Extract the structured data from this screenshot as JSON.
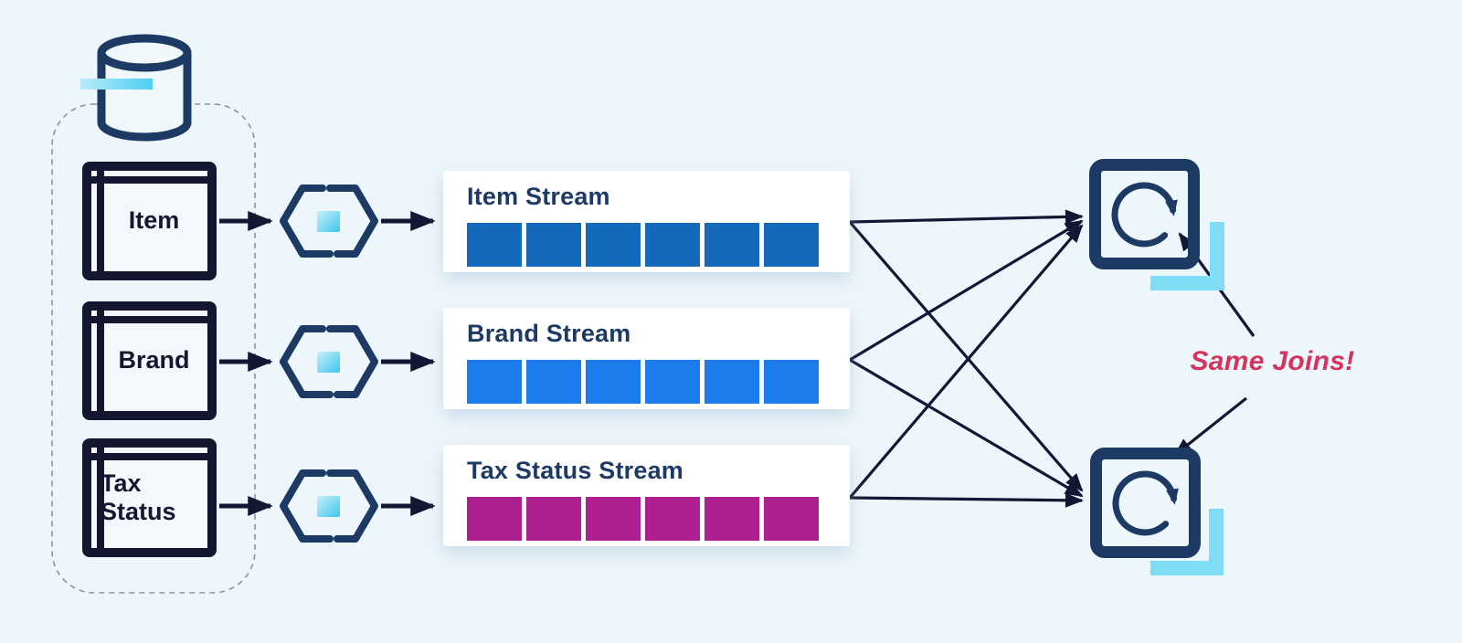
{
  "canvas": {
    "background": "#edf6fa"
  },
  "database": {
    "icon": "database-cylinder",
    "accent_color": "#4fcef2"
  },
  "tables": [
    {
      "label": "Item"
    },
    {
      "label": "Brand"
    },
    {
      "label": "Tax Status"
    }
  ],
  "connectors": [
    {
      "icon": "connector-hexagon"
    },
    {
      "icon": "connector-hexagon"
    },
    {
      "icon": "connector-hexagon"
    }
  ],
  "streams": [
    {
      "title": "Item Stream",
      "segments": 6,
      "color": "#1569bb"
    },
    {
      "title": "Brand Stream",
      "segments": 6,
      "color": "#1d7ceb"
    },
    {
      "title": "Tax Status Stream",
      "segments": 6,
      "color": "#ae2090"
    }
  ],
  "processors": [
    {
      "icon": "refresh-loop"
    },
    {
      "icon": "refresh-loop"
    }
  ],
  "annotation": {
    "label": "Same Joins!",
    "color": "#d4355f"
  },
  "colors": {
    "arrow_dark": "#141733",
    "outline_navy": "#1c3a63",
    "accent_cyan": "#7edcf5",
    "title_navy": "#1d3a64"
  }
}
